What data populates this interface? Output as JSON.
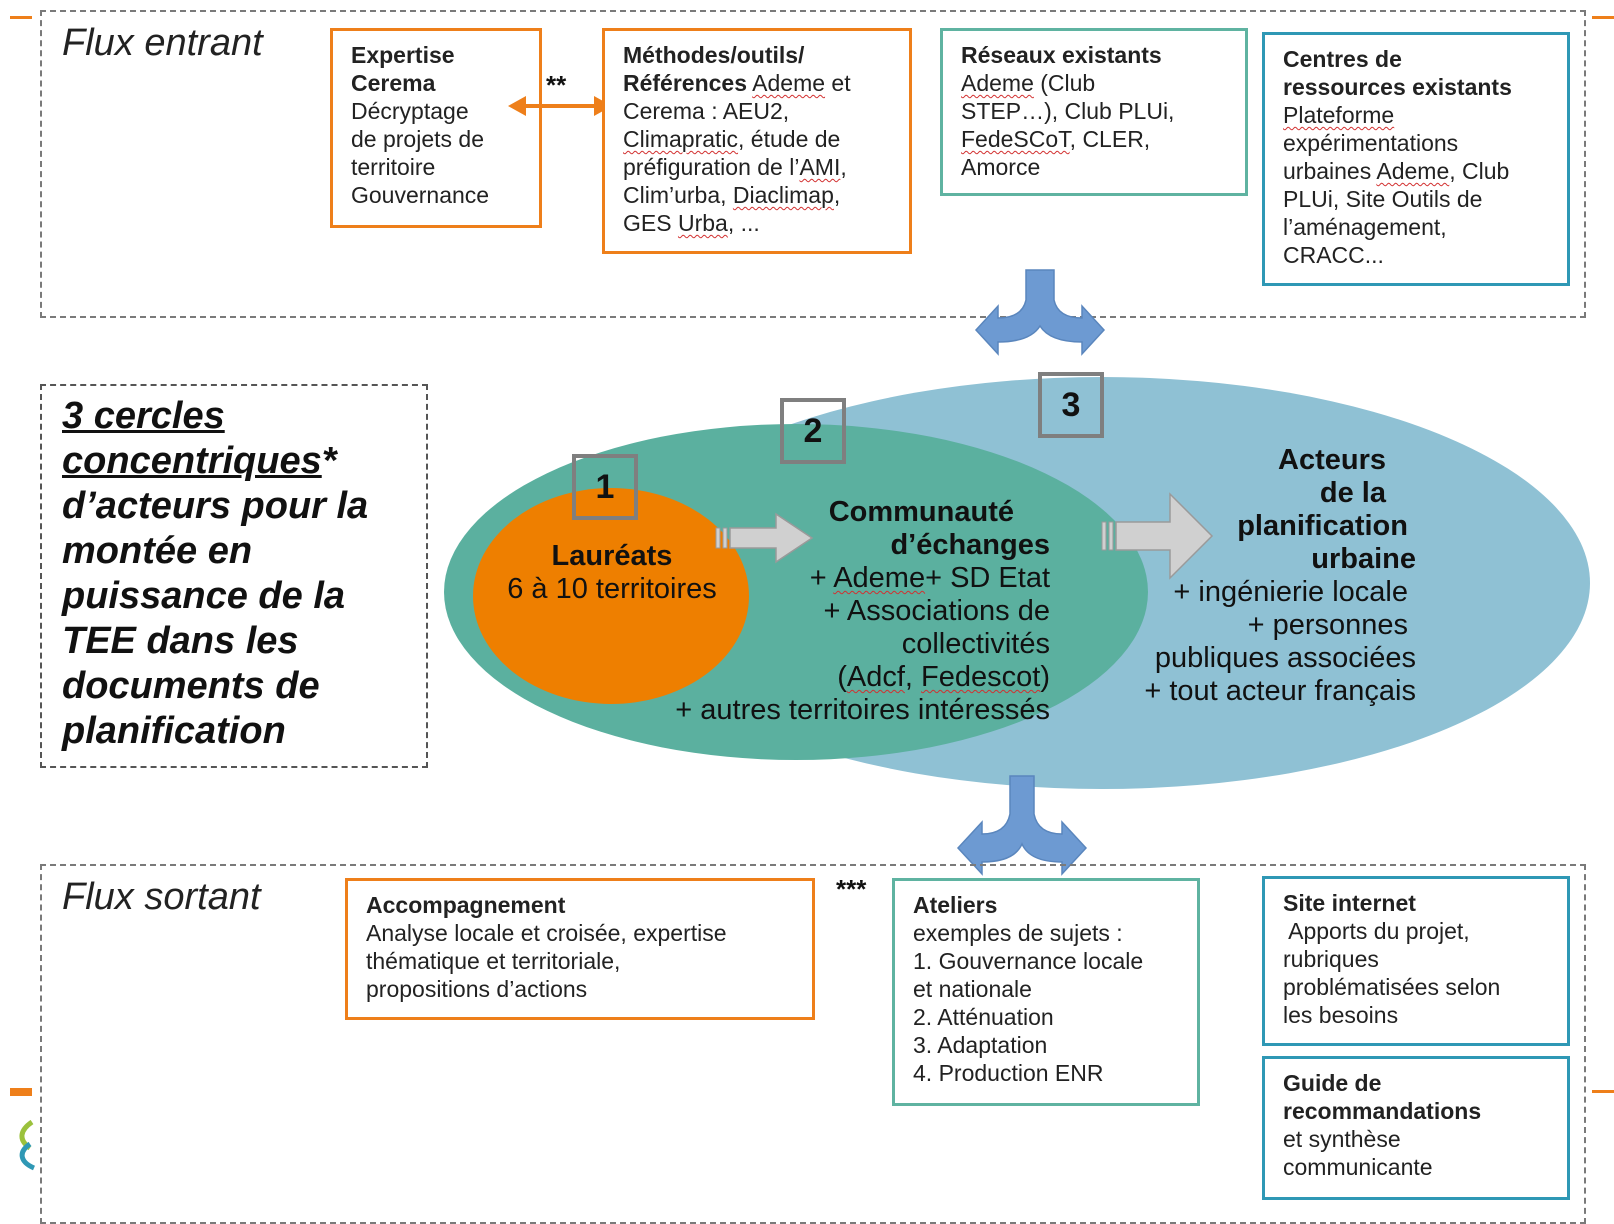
{
  "flux_entrant": {
    "title": "Flux entrant",
    "box_expertise": {
      "title_1": "Expertise",
      "title_2": "Cerema",
      "line1": "Décryptage",
      "line2": "de projets de",
      "line3": "territoire",
      "line4": "Gouvernance"
    },
    "double_arrow_note": "**",
    "box_methodes": {
      "title_1": "Méthodes/outils/",
      "title_2": "Références",
      "t2_rest_1": "Ademe",
      "t2_rest_2": "et",
      "line1": "Cerema : AEU2,",
      "line2_a": "Climapratic",
      "line2_b": ", étude de",
      "line3_a": "préfiguration de l’",
      "line3_b": "AMI",
      "line3_c": ",",
      "line4_a": "Clim’urba, ",
      "line4_b": "Diaclimap",
      "line4_c": ",",
      "line5_a": "GES ",
      "line5_b": "Urba",
      "line5_c": ", ..."
    },
    "box_reseaux": {
      "title": "Réseaux existants",
      "line1_a": "Ademe",
      "line1_b": " (Club",
      "line2": "STEP…), Club PLUi,",
      "line3_a": "FedeSCoT",
      "line3_b": ", CLER,",
      "line4": "Amorce"
    },
    "box_centres": {
      "title_1": "Centres de",
      "title_2": "ressources existants",
      "line1": "Plateforme",
      "line2": "expérimentations",
      "line3_a": "urbaines ",
      "line3_b": "Ademe",
      "line3_c": ", Club",
      "line4": "PLUi, Site Outils de",
      "line5": "l’aménagement,",
      "line6": "CRACC..."
    }
  },
  "intro": {
    "line1": "3 cercles",
    "line2": "concentriques",
    "line2_star": "*",
    "line3": "d’acteurs pour la",
    "line4": "montée en",
    "line5": "puissance de la",
    "line6": "TEE dans les",
    "line7": "documents de",
    "line8": "planification"
  },
  "circles": {
    "num1": "1",
    "num2": "2",
    "num3": "3",
    "c1": {
      "title": "Lauréats",
      "sub": "6 à 10 territoires"
    },
    "c2": {
      "title_1": "Communauté",
      "title_2": "d’échanges",
      "l1_a": "+ ",
      "l1_b": "Ademe",
      "l1_c": "+ SD Etat",
      "l2": "+ Associations de",
      "l3": "collectivités",
      "l4_a": "(",
      "l4_b": "Adcf",
      "l4_c": ", ",
      "l4_d": "Fedescot",
      "l4_e": ")",
      "l5": "+ autres territoires intéressés"
    },
    "c3": {
      "title_1": "Acteurs",
      "title_2": "de la",
      "title_3": "planification",
      "title_4": "urbaine",
      "l1": "+ ingénierie locale",
      "l2": "+ personnes",
      "l3": "publiques associées",
      "l4": "+ tout acteur français"
    },
    "colors": {
      "c1": "#ee7f00",
      "c2": "#5bb09f",
      "c3": "#8fc1d4",
      "arrow": "#6d9ad2"
    }
  },
  "flux_sortant": {
    "title": "Flux sortant",
    "stars_note": "***",
    "box_accomp": {
      "title": "Accompagnement",
      "line1": "Analyse locale et croisée, expertise",
      "line2": "thématique et territoriale,",
      "line3": "propositions d’actions"
    },
    "box_ateliers": {
      "title": "Ateliers",
      "line1": "exemples de sujets :",
      "line2": "1. Gouvernance locale",
      "line3": "et nationale",
      "line4": "2. Atténuation",
      "line5": "3. Adaptation",
      "line6": "4. Production ENR"
    },
    "box_site": {
      "title": "Site internet",
      "line1": " Apports du projet,",
      "line2": "rubriques",
      "line3": "problématisées selon",
      "line4": "les besoins"
    },
    "box_guide": {
      "title_1": "Guide de",
      "title_2": "recommandations",
      "line1": "et synthèse",
      "line2": "communicante"
    }
  }
}
